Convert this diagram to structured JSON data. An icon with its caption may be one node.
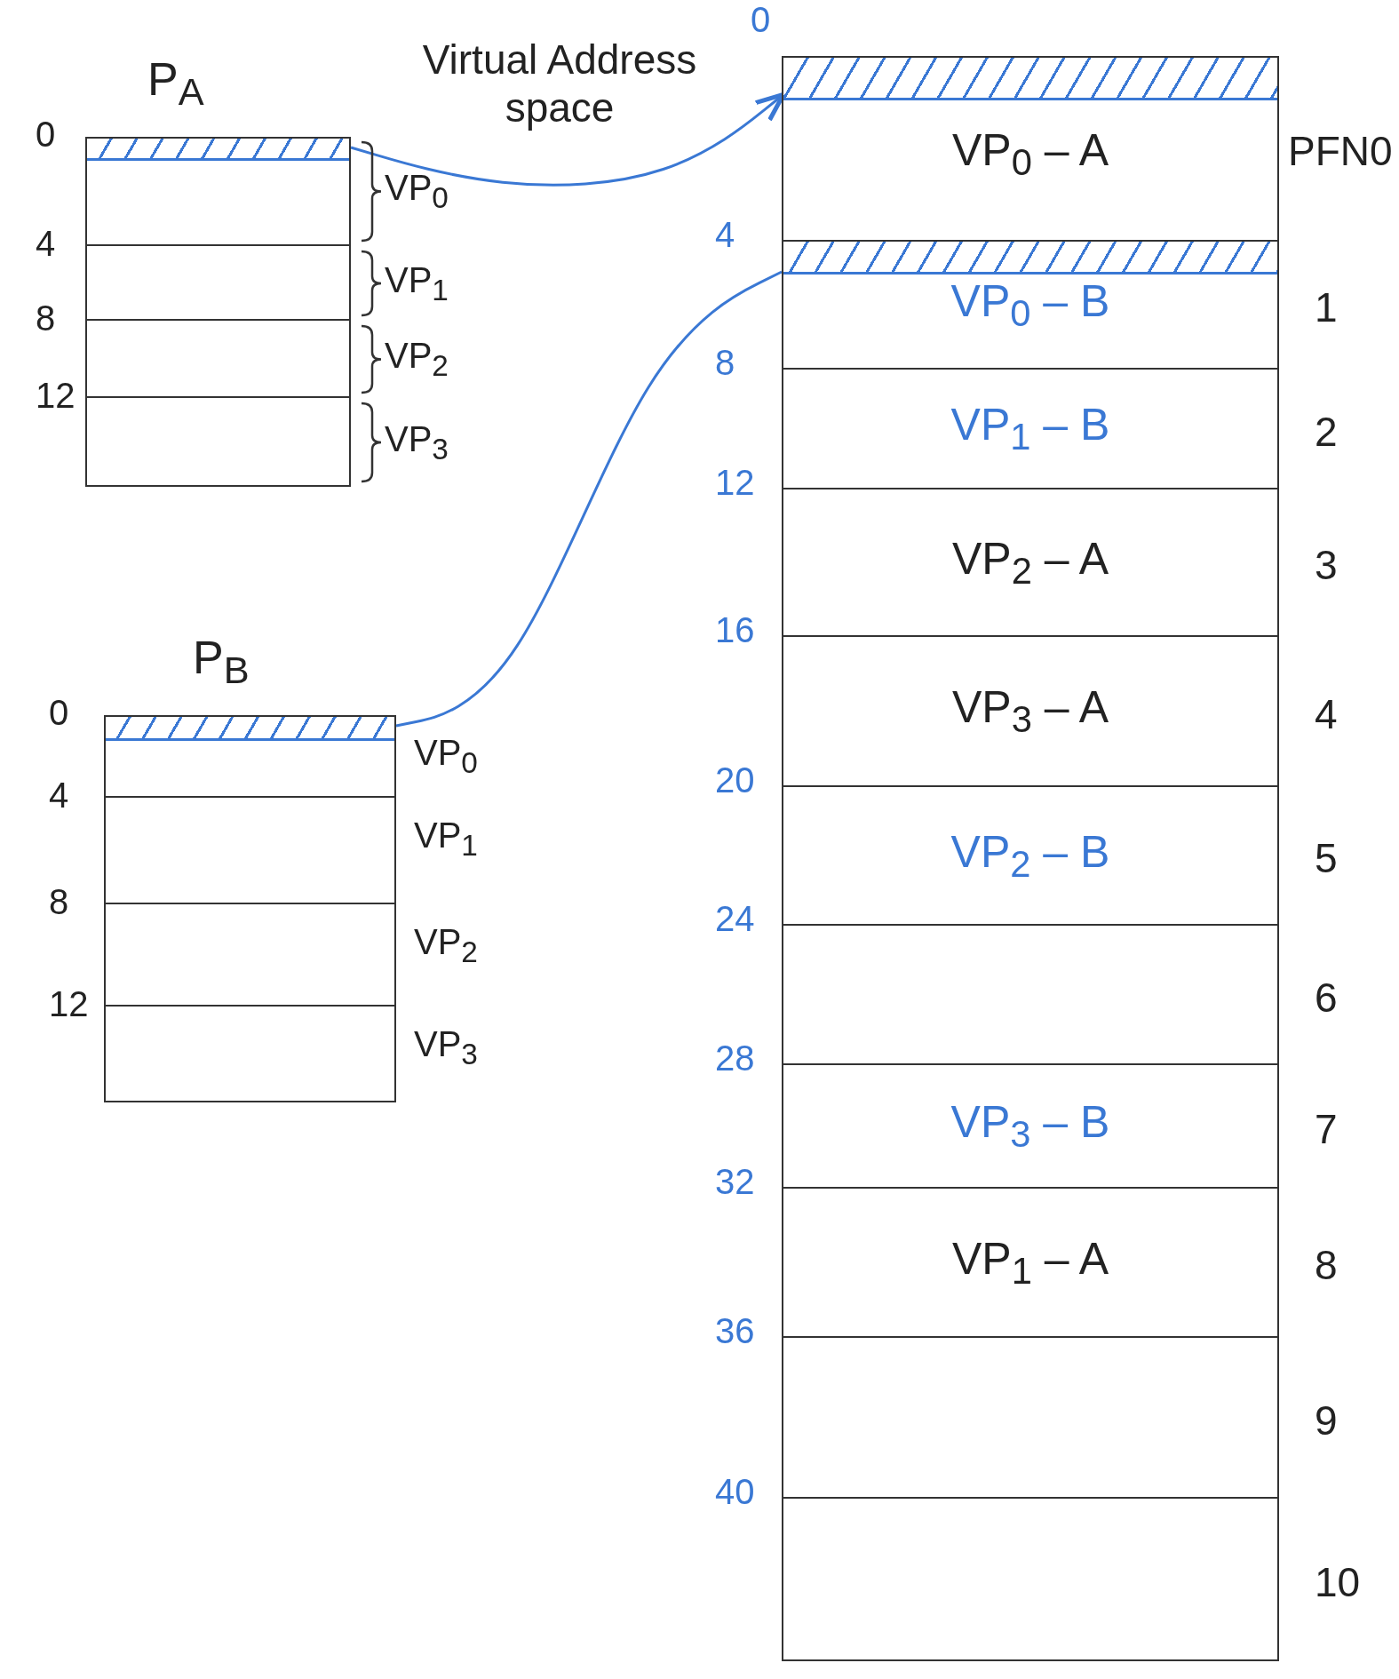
{
  "diagram": {
    "nodes": [
      {
        "text": [
          "P$_{A}$"
        ]
      },
      {
        "text": [],
        "shape": "box",
        "in": 0,
        "beside": [
          "VP$_{0}$"
        ]
      },
      {
        "text": [],
        "shape": "box",
        "in": 0,
        "beside": [
          "VP$_{1}$"
        ]
      },
      {
        "text": [],
        "shape": "box",
        "in": 0,
        "beside": [
          "VP$_{2}$"
        ]
      },
      {
        "text": [],
        "shape": "box",
        "in": 0,
        "beside": [
          "VP$_{3}$"
        ]
      },
      {
        "text": [
          "P$_{B}$"
        ]
      },
      {
        "text": [],
        "shape": "box",
        "in": 5,
        "beside": [
          "VP$_{0}$"
        ]
      },
      {
        "text": [],
        "shape": "box",
        "in": 5,
        "beside": [
          "VP$_{1}$"
        ]
      },
      {
        "text": [],
        "shape": "box",
        "in": 5,
        "beside": [
          "VP$_{2}$"
        ]
      },
      {
        "text": [],
        "shape": "box",
        "in": 5,
        "beside": [
          "VP$_{3}$"
        ]
      },
      {
        "text": [
          "VP$_{0}$ – A"
        ],
        "beside": [
          "PFN0"
        ]
      },
      {
        "text": [
          "VP$_{0}$ – B"
        ],
        "beside": [
          "1"
        ]
      },
      {
        "text": [
          "VP$_{1}$ – B"
        ],
        "beside": [
          "2"
        ]
      },
      {
        "text": [
          "VP$_{2}$ – A"
        ],
        "beside": [
          "3"
        ]
      },
      {
        "text": [
          "VP$_{3}$ – A"
        ],
        "beside": [
          "4"
        ]
      },
      {
        "text": [
          "VP$_{2}$ – B"
        ],
        "beside": [
          "5"
        ]
      },
      {
        "text": [],
        "shape": "box",
        "beside": [
          "6"
        ]
      },
      {
        "text": [
          "VP$_{3}$ – B"
        ],
        "beside": [
          "7"
        ]
      },
      {
        "text": [
          "VP$_{1}$ – A"
        ],
        "beside": [
          "8"
        ]
      },
      {
        "text": [],
        "shape": "box",
        "beside": [
          "9"
        ]
      },
      {
        "text": [],
        "shape": "box",
        "beside": [
          "10"
        ]
      }
    ],
    "edges": [
      {
        "from": 1,
        "to": 10,
        "arrow": "to"
      },
      {
        "from": 6,
        "to": 11,
        "arrow": "none"
      }
    ],
    "labels": [
      "Virtual Address space",
      "0",
      "4",
      "8",
      "12",
      "0",
      "4",
      "8",
      "12",
      "0",
      "4",
      "8",
      "12",
      "16",
      "20",
      "24",
      "28",
      "32",
      "36",
      "40"
    ]
  }
}
